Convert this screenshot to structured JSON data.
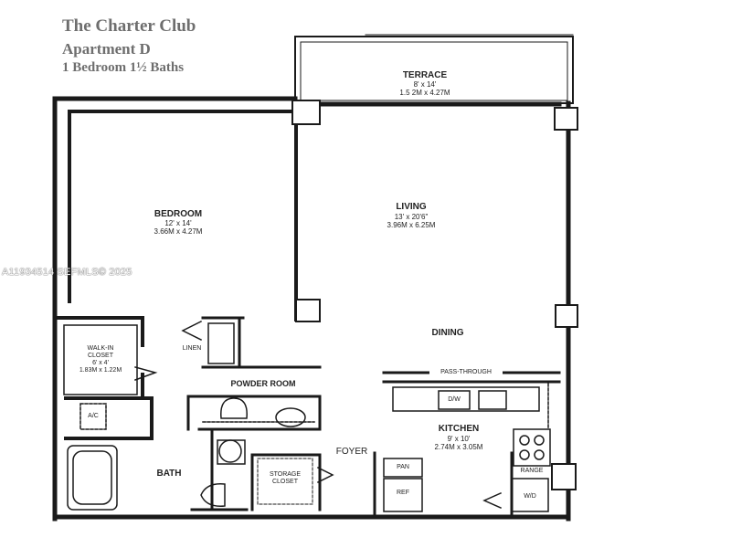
{
  "header": {
    "building": "The Charter Club",
    "unit": "Apartment D",
    "layout": "1 Bedroom  1½ Baths"
  },
  "rooms": {
    "terrace": {
      "name": "TERRACE",
      "dim_ft": "8' x 14'",
      "dim_m": "1.5 2M x 4.27M"
    },
    "bedroom": {
      "name": "BEDROOM",
      "dim_ft": "12' x 14'",
      "dim_m": "3.66M x 4.27M"
    },
    "living": {
      "name": "LIVING",
      "dim_ft": "13' x 20'6\"",
      "dim_m": "3.96M x 6.25M"
    },
    "dining": {
      "name": "DINING"
    },
    "walkin": {
      "name_line1": "WALK-IN",
      "name_line2": "CLOSET",
      "dim_ft": "6' x 4'",
      "dim_m": "1.83M x 1.22M"
    },
    "linen": {
      "name": "LINEN"
    },
    "powder": {
      "name": "POWDER ROOM"
    },
    "ac": {
      "name": "A/C"
    },
    "bath": {
      "name": "BATH"
    },
    "storage": {
      "name_line1": "STORAGE",
      "name_line2": "CLOSET"
    },
    "foyer": {
      "name": "FOYER"
    },
    "kitchen": {
      "name": "KITCHEN",
      "dim_ft": "9' x 10'",
      "dim_m": "2.74M x 3.05M"
    },
    "passthrough": {
      "name": "PASS-THROUGH"
    },
    "dw": {
      "name": "D/W"
    },
    "range": {
      "name": "RANGE"
    },
    "pan": {
      "name": "PAN"
    },
    "ref": {
      "name": "REF"
    },
    "wd": {
      "name": "W/D"
    }
  },
  "watermark": "A11934514  SEFMLS© 2025",
  "colors": {
    "wall": "#1a1a1a",
    "faded_title": "#6e6e6e",
    "background": "#ffffff"
  }
}
